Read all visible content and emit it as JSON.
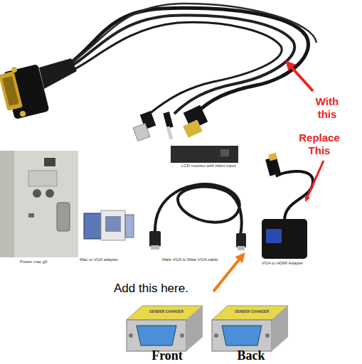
{
  "diagram": {
    "labels": [
      "With this",
      "Replace This",
      "LCD monitor with Hdmi input",
      "Power mac g3",
      "Mac to VGA adapter",
      "Male VGA to Male VGA cable",
      "VGA to HDMI Adapter",
      "Add this here.",
      "GENDER CHANGER",
      "GENDER CHANGER",
      "Front",
      "Back"
    ]
  }
}
